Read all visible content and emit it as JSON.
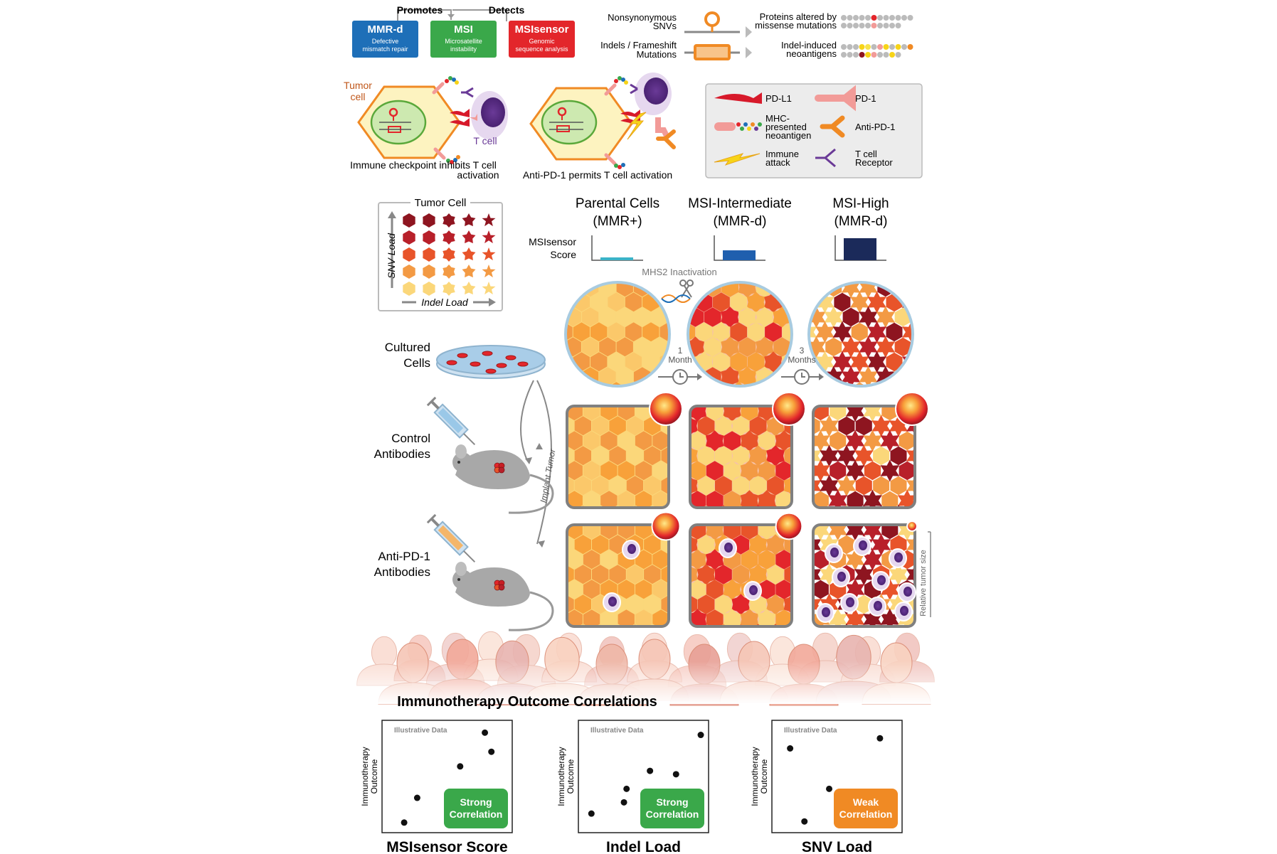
{
  "header": {
    "promotes": "Promotes",
    "detects": "Detects",
    "boxes": [
      {
        "title": "MMR-d",
        "sub1": "Defective",
        "sub2": "mismatch repair",
        "color": "#1e6fb8"
      },
      {
        "title": "MSI",
        "sub1": "Microsatellite",
        "sub2": "instability",
        "color": "#3aa84a"
      },
      {
        "title": "MSIsensor",
        "sub1": "Genomic",
        "sub2": "sequence analysis",
        "color": "#e3262b"
      }
    ],
    "snv_label": [
      "Nonsynonymous",
      "SNVs"
    ],
    "indel_label": [
      "Indels / Frameshift",
      "Mutations"
    ],
    "proteins_label": [
      "Proteins altered by",
      "missense mutations"
    ],
    "neoantigen_label": [
      "Indel-induced",
      "neoantigens"
    ]
  },
  "checkpoint": {
    "tumor_cell": [
      "Tumor",
      "cell"
    ],
    "t_cell": "T cell",
    "caption_left": [
      "Immune checkpoint inhibits T cell",
      "activation"
    ],
    "caption_right": "Anti-PD-1 permits T cell activation"
  },
  "legend": [
    {
      "label": [
        "PD-L1"
      ],
      "icon": "pd-l1-icon",
      "color": "#d7192a"
    },
    {
      "label": [
        "PD-1"
      ],
      "icon": "pd-1-icon",
      "color": "#f29b98"
    },
    {
      "label": [
        "MHC-",
        "presented",
        "neoantigen"
      ],
      "icon": "mhc-neoantigen-icon",
      "color": "#f29b98"
    },
    {
      "label": [
        "Anti-PD-1"
      ],
      "icon": "anti-pd-1-icon",
      "color": "#f08a24"
    },
    {
      "label": [
        "Immune",
        "attack"
      ],
      "icon": "lightning-icon",
      "color": "#f7d418"
    },
    {
      "label": [
        "T cell",
        "Receptor"
      ],
      "icon": "tcr-icon",
      "color": "#6a3a97"
    }
  ],
  "tumor_grid": {
    "title": "Tumor Cell",
    "y_axis": "SNV Load",
    "x_axis": "Indel Load"
  },
  "columns": [
    {
      "title": [
        "Parental Cells",
        "(MMR+)"
      ],
      "score_level": 0.12,
      "score_color": "#3bb3c8"
    },
    {
      "title": [
        "MSI-Intermediate",
        "(MMR-d)"
      ],
      "score_level": 0.45,
      "score_color": "#1f5fae"
    },
    {
      "title": [
        "MSI-High",
        "(MMR-d)"
      ],
      "score_level": 1.0,
      "score_color": "#1b2a5a"
    }
  ],
  "msisensor_score_label": [
    "MSIsensor",
    "Score"
  ],
  "mhs2": "MHS2 Inactivation",
  "timeline": [
    {
      "n": "1",
      "unit": "Month"
    },
    {
      "n": "3",
      "unit": "Months"
    }
  ],
  "cultured_cells": [
    "Cultured",
    "Cells"
  ],
  "control_antibodies": [
    "Control",
    "Antibodies"
  ],
  "anti_pd1_antibodies": [
    "Anti-PD-1",
    "Antibodies"
  ],
  "implant_tumor": "Implant Tumor",
  "relative_tumor_size": "Relative tumor size",
  "tumor_size": {
    "control": [
      1.0,
      1.0,
      1.0
    ],
    "anti_pd1": [
      0.85,
      0.8,
      0.3
    ]
  },
  "outcome_title": "Immunotherapy Outcome Correlations",
  "chart_data": [
    {
      "type": "scatter",
      "title": "Illustrative Data",
      "xlabel": "MSIsensor Score",
      "ylabel": "Immunotherapy Outcome",
      "x": [
        0.17,
        0.27,
        0.59,
        0.6,
        0.79,
        0.84
      ],
      "y": [
        0.09,
        0.31,
        0.33,
        0.59,
        0.89,
        0.72
      ],
      "badge": [
        "Strong",
        "Correlation"
      ],
      "badge_color": "#3aa84a"
    },
    {
      "type": "scatter",
      "title": "Illustrative Data",
      "xlabel": "Indel Load",
      "ylabel": "Immunotherapy Outcome",
      "x": [
        0.1,
        0.35,
        0.37,
        0.55,
        0.75,
        0.94
      ],
      "y": [
        0.17,
        0.27,
        0.39,
        0.55,
        0.52,
        0.87
      ],
      "badge": [
        "Strong",
        "Correlation"
      ],
      "badge_color": "#3aa84a"
    },
    {
      "type": "scatter",
      "title": "Illustrative Data",
      "xlabel": "SNV Load",
      "ylabel": "Immunotherapy Outcome",
      "x": [
        0.14,
        0.25,
        0.44,
        0.59,
        0.73,
        0.83
      ],
      "y": [
        0.75,
        0.1,
        0.39,
        0.12,
        0.36,
        0.84
      ],
      "badge": [
        "Weak",
        "Correlation"
      ],
      "badge_color": "#f08a24"
    }
  ]
}
